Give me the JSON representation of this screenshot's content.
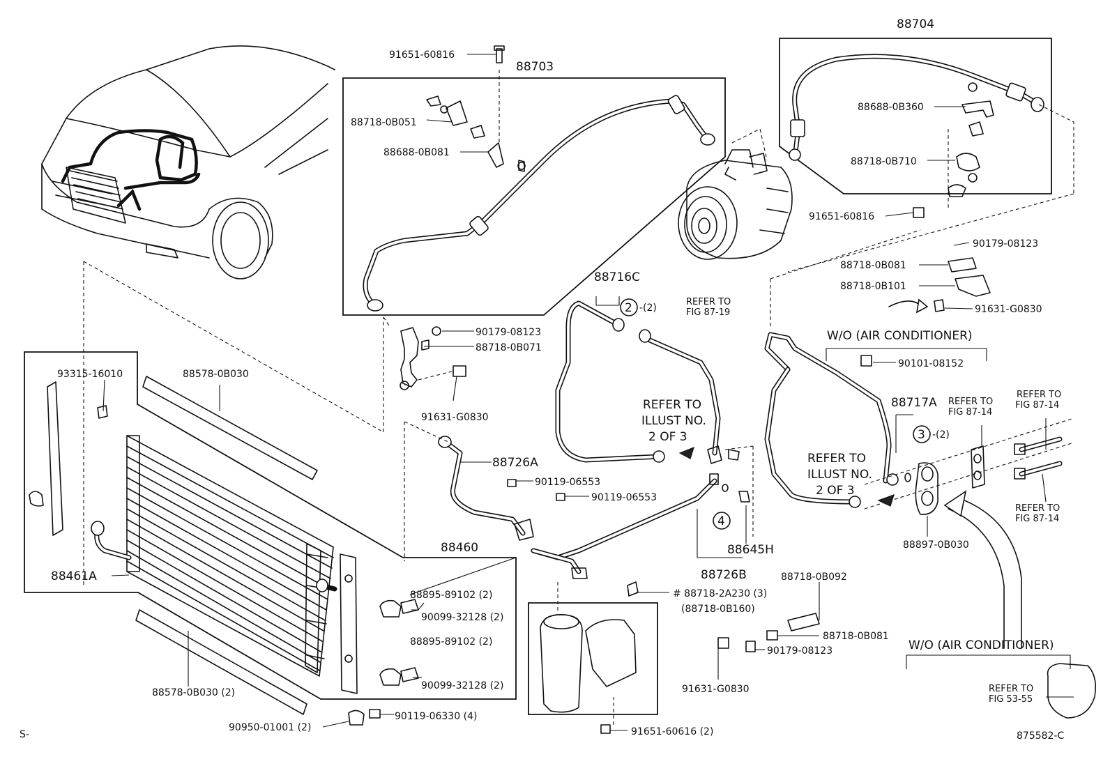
{
  "diagram": {
    "drawing_number": "875582-C",
    "corner_mark": "S-",
    "notes": {
      "refer_compressor": [
        "REFER TO",
        "FIG 87-19"
      ],
      "refer_illust_a": [
        "REFER TO",
        "ILLUST NO.",
        "2 OF 3"
      ],
      "refer_illust_b": [
        "REFER TO",
        "ILLUST NO.",
        "2 OF 3"
      ],
      "refer_14_a": [
        "REFER TO",
        "FIG 87-14"
      ],
      "refer_14_b": [
        "REFER TO",
        "FIG 87-14"
      ],
      "refer_14_c": [
        "REFER TO",
        "FIG 87-14"
      ],
      "refer_53": [
        "REFER TO",
        "FIG 53-55"
      ],
      "wo_ac_1": "W/O (AIR CONDITIONER)",
      "wo_ac_2": "W/O (AIR CONDITIONER)"
    },
    "circled": {
      "c2": "2",
      "c2_qty": "-(2)",
      "c3": "3",
      "c3_qty": "-(2)",
      "c4": "4"
    },
    "labels": {
      "p88704": "88704",
      "p88703": "88703",
      "p91651_60816_top": "91651-60816",
      "p88718_0B051": "88718-0B051",
      "p88688_0B081": "88688-0B081",
      "p88688_0B360": "88688-0B360",
      "p88718_0B710": "88718-0B710",
      "p91651_60816_right": "91651-60816",
      "p90179_08123_right": "90179-08123",
      "p88718_0B081_right": "88718-0B081",
      "p88718_0B101": "88718-0B101",
      "p91631_G0830_right": "91631-G0830",
      "p90101_08152": "90101-08152",
      "p88716C": "88716C",
      "p90179_08123_mid": "90179-08123",
      "p88718_0B071": "88718-0B071",
      "p91631_G0830_mid": "91631-G0830",
      "p93315_16010": "93315-16010",
      "p88578_0B030": "88578-0B030",
      "p88726A": "88726A",
      "p90119_06553_a": "90119-06553",
      "p90119_06553_b": "90119-06553",
      "p88717A": "88717A",
      "p88897_0B030": "88897-0B030",
      "p88645H": "88645H",
      "p88726B": "88726B",
      "p88460": "88460",
      "p88461A": "88461A",
      "p88895_89102_a": "88895-89102 (2)",
      "p90099_32128_a": "90099-32128 (2)",
      "p88895_89102_b": "88895-89102 (2)",
      "p90099_32128_b": "90099-32128 (2)",
      "p88578_0B030_2": "88578-0B030 (2)",
      "p90950_01001": "90950-01001 (2)",
      "p90119_06330": "90119-06330 (4)",
      "p91651_60616": "91651-60616 (2)",
      "p88718_2A230": "# 88718-2A230 (3)",
      "p88718_0B160": "(88718-0B160)",
      "p88718_0B092": "88718-0B092",
      "p88718_0B081_low": "88718-0B081",
      "p90179_08123_low": "90179-08123",
      "p91631_G0830_low": "91631-G0830"
    }
  }
}
